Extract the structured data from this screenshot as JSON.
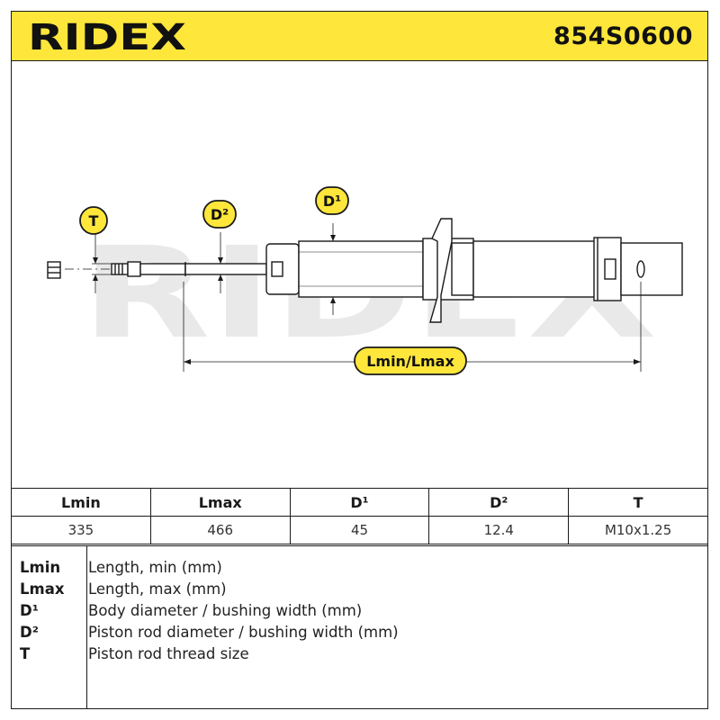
{
  "header": {
    "brand": "RIDEX",
    "part_number": "854S0600",
    "background_color": "#fee63b"
  },
  "diagram": {
    "watermark": "RIDEX",
    "callouts": {
      "t": "T",
      "d2": "D²",
      "d1": "D¹",
      "length": "Lmin/Lmax"
    },
    "callout_color": "#fee63b"
  },
  "spec_table": {
    "headers": [
      "Lmin",
      "Lmax",
      "D¹",
      "D²",
      "T"
    ],
    "values": [
      "335",
      "466",
      "45",
      "12.4",
      "M10x1.25"
    ]
  },
  "legend": [
    {
      "code": "Lmin",
      "description": "Length, min (mm)"
    },
    {
      "code": "Lmax",
      "description": "Length, max (mm)"
    },
    {
      "code": "D¹",
      "description": "Body diameter / bushing width (mm)"
    },
    {
      "code": "D²",
      "description": "Piston rod diameter / bushing width (mm)"
    },
    {
      "code": "T",
      "description": "Piston rod thread size"
    }
  ]
}
